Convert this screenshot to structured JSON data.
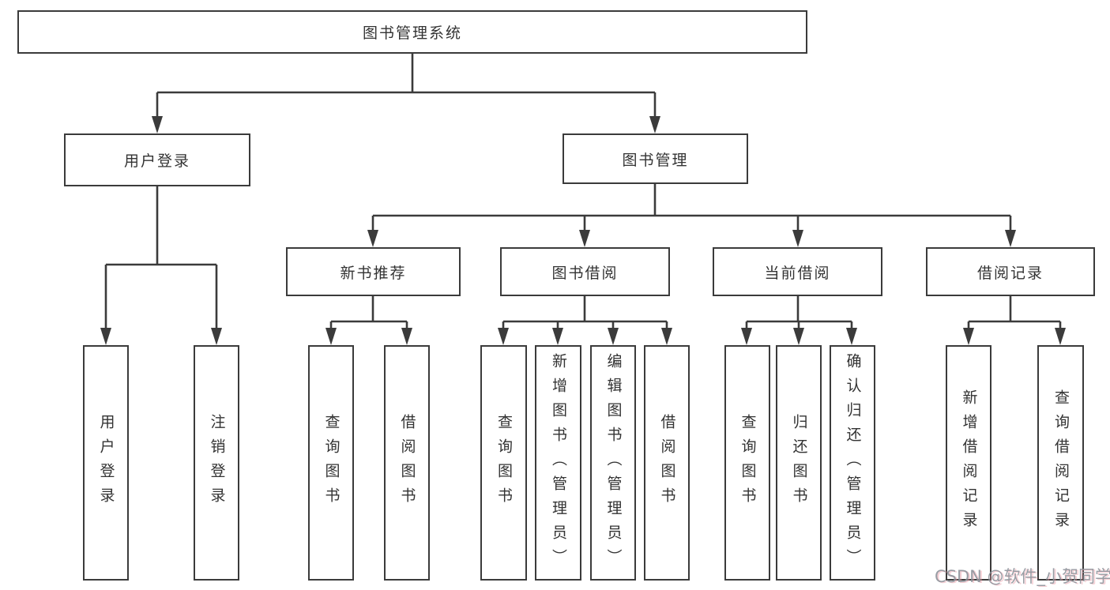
{
  "watermark": "CSDN @软件_小贺同学",
  "colors": {
    "line": "#3b3b3b",
    "node_text": "#333333",
    "node_background": "#ffffff",
    "watermark_gray": "#8e939b",
    "watermark_pink": "#ec96a2"
  },
  "tree": {
    "root": {
      "label": "图书管理系统"
    },
    "branches": [
      {
        "label": "用户登录",
        "children": [
          {
            "label": "用户登录"
          },
          {
            "label": "注销登录"
          }
        ]
      },
      {
        "label": "图书管理",
        "children": [
          {
            "label": "新书推荐",
            "children": [
              {
                "label": "查询图书"
              },
              {
                "label": "借阅图书"
              }
            ]
          },
          {
            "label": "图书借阅",
            "children": [
              {
                "label": "查询图书"
              },
              {
                "label": "新增图书（管理员）"
              },
              {
                "label": "编辑图书（管理员）"
              },
              {
                "label": "借阅图书"
              }
            ]
          },
          {
            "label": "当前借阅",
            "children": [
              {
                "label": "查询图书"
              },
              {
                "label": "归还图书"
              },
              {
                "label": "确认归还（管理员）"
              }
            ]
          },
          {
            "label": "借阅记录",
            "children": [
              {
                "label": "新增借阅记录"
              },
              {
                "label": "查询借阅记录"
              }
            ]
          }
        ]
      }
    ]
  }
}
